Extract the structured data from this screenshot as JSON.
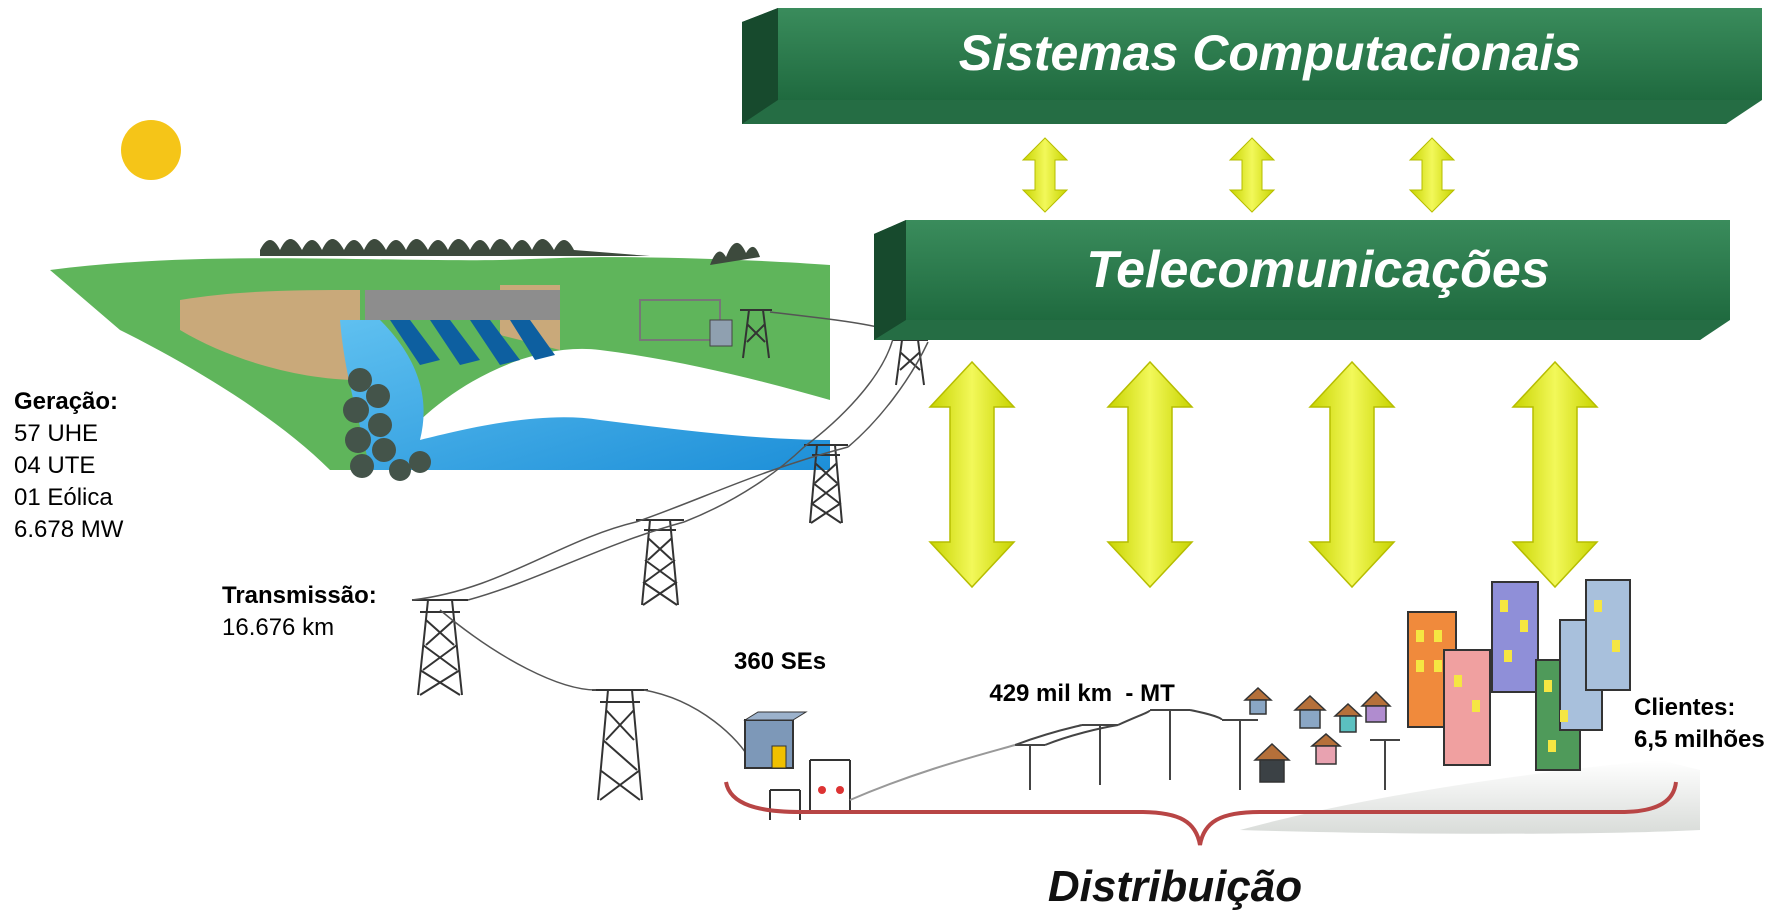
{
  "boxes": {
    "sistemas": "Sistemas Computacionais",
    "telecom": "Telecomunicações"
  },
  "labels": {
    "geracao": {
      "title": "Geração:",
      "lines": [
        "57 UHE",
        "04 UTE",
        "01 Eólica",
        "6.678 MW"
      ]
    },
    "transmissao": {
      "title": "Transmissão:",
      "value": "16.676 km"
    },
    "subestacoes": "360 SEs",
    "rede_mt": "429 mil km  - MT",
    "clientes": {
      "title": "Clientes:",
      "value": "6,5 milhões"
    },
    "distribuicao": "Distribuição"
  },
  "colors": {
    "box_green": "#2e7a4f",
    "box_green_dark": "#1f5a38",
    "arrow_yellow": "#e3ee1a",
    "water_blue": "#2a9ce0",
    "sun": "#f5c518",
    "brace_red": "#b84545"
  }
}
